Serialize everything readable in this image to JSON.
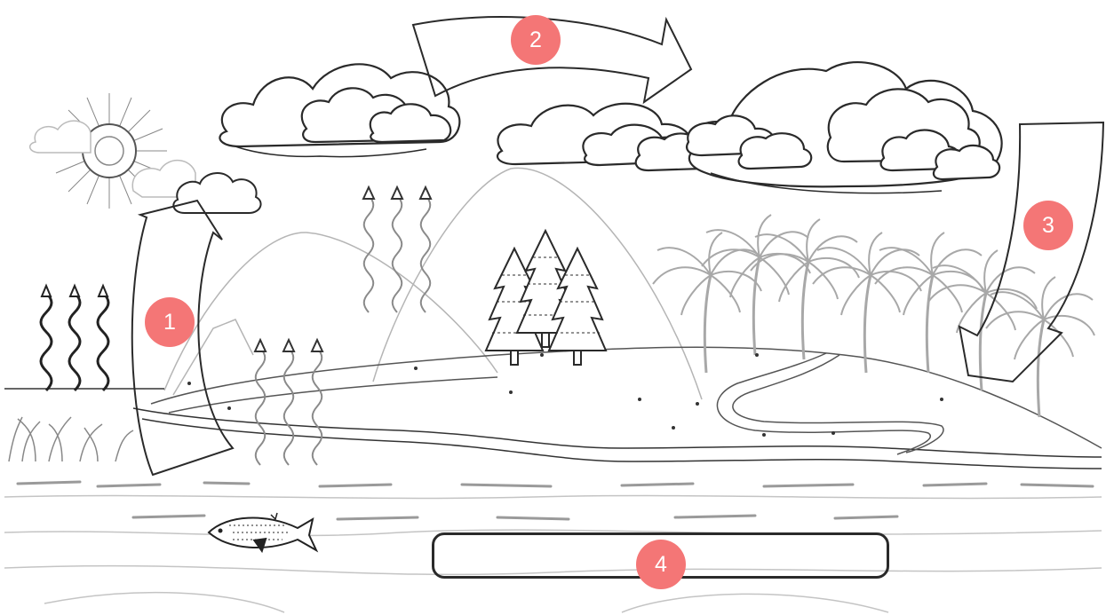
{
  "diagram": {
    "markers": [
      {
        "id": "1",
        "label": "1"
      },
      {
        "id": "2",
        "label": "2"
      },
      {
        "id": "3",
        "label": "3"
      },
      {
        "id": "4",
        "label": "4"
      }
    ],
    "answer_box": {
      "value": ""
    },
    "colors": {
      "marker": "#f47676",
      "line": "#2a2a2a",
      "faint": "#b5b5b5"
    }
  }
}
